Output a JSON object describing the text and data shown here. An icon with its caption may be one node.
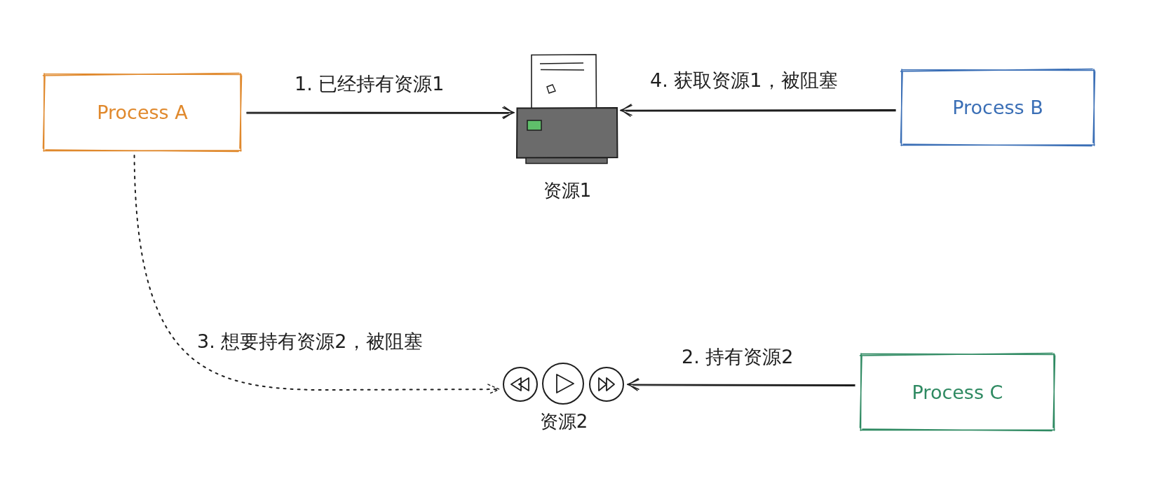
{
  "diagram": {
    "nodes": [
      {
        "text": [
          "Process A"
        ]
      },
      {
        "text": [],
        "shape": "picture",
        "beside": [
          "资源1"
        ]
      },
      {
        "text": [
          "Process B"
        ]
      },
      {
        "text": [],
        "shape": "picture",
        "beside": [
          "资源2"
        ]
      },
      {
        "text": [
          "Process C"
        ]
      }
    ],
    "edges": [
      {
        "from": 0,
        "to": 1,
        "arrow": "to",
        "label": "1. 已经持有资源1"
      },
      {
        "from": 2,
        "to": 1,
        "arrow": "to",
        "label": "4. 获取资源1，被阻塞"
      },
      {
        "from": 0,
        "to": 3,
        "arrow": "to",
        "label": "3. 想要持有资源2，被阻塞",
        "style": "dashed"
      },
      {
        "from": 4,
        "to": 3,
        "arrow": "to",
        "label": "2. 持有资源2"
      }
    ]
  }
}
